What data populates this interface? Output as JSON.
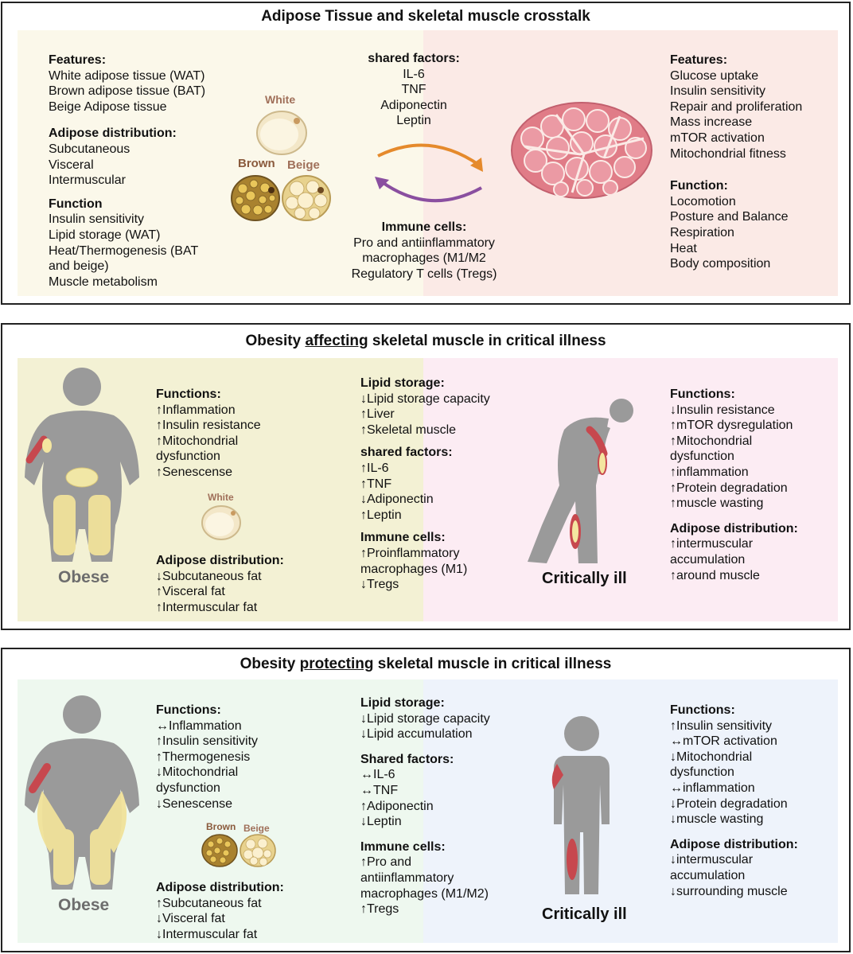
{
  "panel1": {
    "title": "Adipose Tissue and skeletal muscle crosstalk",
    "adipose": {
      "features_heading": "Features:",
      "features": [
        "White adipose tissue (WAT)",
        "Brown adipose tissue (BAT)",
        "Beige Adipose tissue"
      ],
      "distribution_heading": "Adipose distribution:",
      "distribution": [
        "Subcutaneous",
        "Visceral",
        "Intermuscular"
      ],
      "function_heading": "Function",
      "function": [
        "Insulin sensitivity",
        "Lipid storage (WAT)",
        "Heat/Thermogenesis (BAT",
        "and beige)",
        "Muscle metabolism"
      ]
    },
    "cell_labels": {
      "white": "White",
      "brown": "Brown",
      "beige": "Beige"
    },
    "shared_heading": "shared factors:",
    "shared": [
      "IL-6",
      "TNF",
      "Adiponectin",
      "Leptin"
    ],
    "immune_heading": "Immune cells:",
    "immune": [
      "Pro and antiinflammatory",
      "macrophages (M1/M2",
      "Regulatory T cells (Tregs)"
    ],
    "muscle": {
      "features_heading": "Features:",
      "features": [
        "Glucose uptake",
        "Insulin sensitivity",
        "Repair and proliferation",
        "Mass increase",
        "mTOR activation",
        "Mitochondrial fitness"
      ],
      "function_heading": "Function:",
      "function": [
        "Locomotion",
        "Posture and Balance",
        "Respiration",
        "Heat",
        "Body composition"
      ]
    },
    "colors": {
      "left_bg": "#fbf8ea",
      "right_bg": "#fbeae6",
      "arrow_orange": "#e58a2c",
      "arrow_purple": "#8a4fa0"
    }
  },
  "panel2": {
    "title_pre": "Obesity ",
    "title_underlined": "affecting",
    "title_post": " skeletal muscle in critical illness",
    "obese_label": "Obese",
    "ill_label": "Critically ill",
    "white_label": "White",
    "obese_functions_heading": "Functions:",
    "obese_functions": [
      "↑Inflammation",
      "↑Insulin resistance",
      "↑Mitochondrial",
      "dysfunction",
      "↑Senescense"
    ],
    "obese_distribution_heading": "Adipose distribution:",
    "obese_distribution": [
      "↓Subcutaneous fat",
      "↑Visceral fat",
      "↑Intermuscular fat"
    ],
    "lipid_heading": "Lipid storage:",
    "lipid": [
      "↓Lipid storage capacity",
      "↑Liver",
      "↑Skeletal muscle"
    ],
    "shared_heading": "shared factors:",
    "shared": [
      "↑IL-6",
      "↑TNF",
      "↓Adiponectin",
      "↑Leptin"
    ],
    "immune_heading": "Immune cells:",
    "immune": [
      "↑Proinflammatory",
      "macrophages (M1)",
      "↓Tregs"
    ],
    "ill_functions_heading": "Functions:",
    "ill_functions": [
      "↓Insulin resistance",
      "↑mTOR dysregulation",
      "↑Mitochondrial",
      "dysfunction",
      "↑inflammation",
      "↑Protein degradation",
      "↑muscle wasting"
    ],
    "ill_distribution_heading": "Adipose distribution:",
    "ill_distribution": [
      "↑intermuscular",
      "accumulation",
      "↑around muscle"
    ],
    "colors": {
      "left_bg": "#f3f1d4",
      "right_bg": "#fcecf3"
    }
  },
  "panel3": {
    "title_pre": "Obesity ",
    "title_underlined": "protecting",
    "title_post": " skeletal muscle in critical illness",
    "obese_label": "Obese",
    "ill_label": "Critically ill",
    "brown_label": "Brown",
    "beige_label": "Beige",
    "obese_functions_heading": "Functions:",
    "obese_functions": [
      "↔Inflammation",
      "↑Insulin sensitivity",
      "↑Thermogenesis",
      "↓Mitochondrial",
      "dysfunction",
      "↓Senescense"
    ],
    "obese_distribution_heading": "Adipose distribution:",
    "obese_distribution": [
      "↑Subcutaneous fat",
      "↓Visceral fat",
      "↓Intermuscular fat"
    ],
    "lipid_heading": "Lipid storage:",
    "lipid": [
      "↓Lipid storage capacity",
      "↓Lipid accumulation"
    ],
    "shared_heading": "Shared factors:",
    "shared": [
      "↔IL-6",
      "↔TNF",
      "↑Adiponectin",
      "↓Leptin"
    ],
    "immune_heading": "Immune cells:",
    "immune": [
      "↑Pro and",
      "antiinflammatory",
      "macrophages (M1/M2)",
      "↑Tregs"
    ],
    "ill_functions_heading": "Functions:",
    "ill_functions": [
      "↑Insulin sensitivity",
      "↔mTOR activation",
      "↓Mitochondrial",
      "dysfunction",
      "↔inflammation",
      "↓Protein degradation",
      "↓muscle wasting"
    ],
    "ill_distribution_heading": "Adipose distribution:",
    "ill_distribution": [
      "↓intermuscular",
      "accumulation",
      "↓surrounding muscle"
    ],
    "colors": {
      "left_bg": "#eef8ef",
      "right_bg": "#eef3fb"
    }
  }
}
